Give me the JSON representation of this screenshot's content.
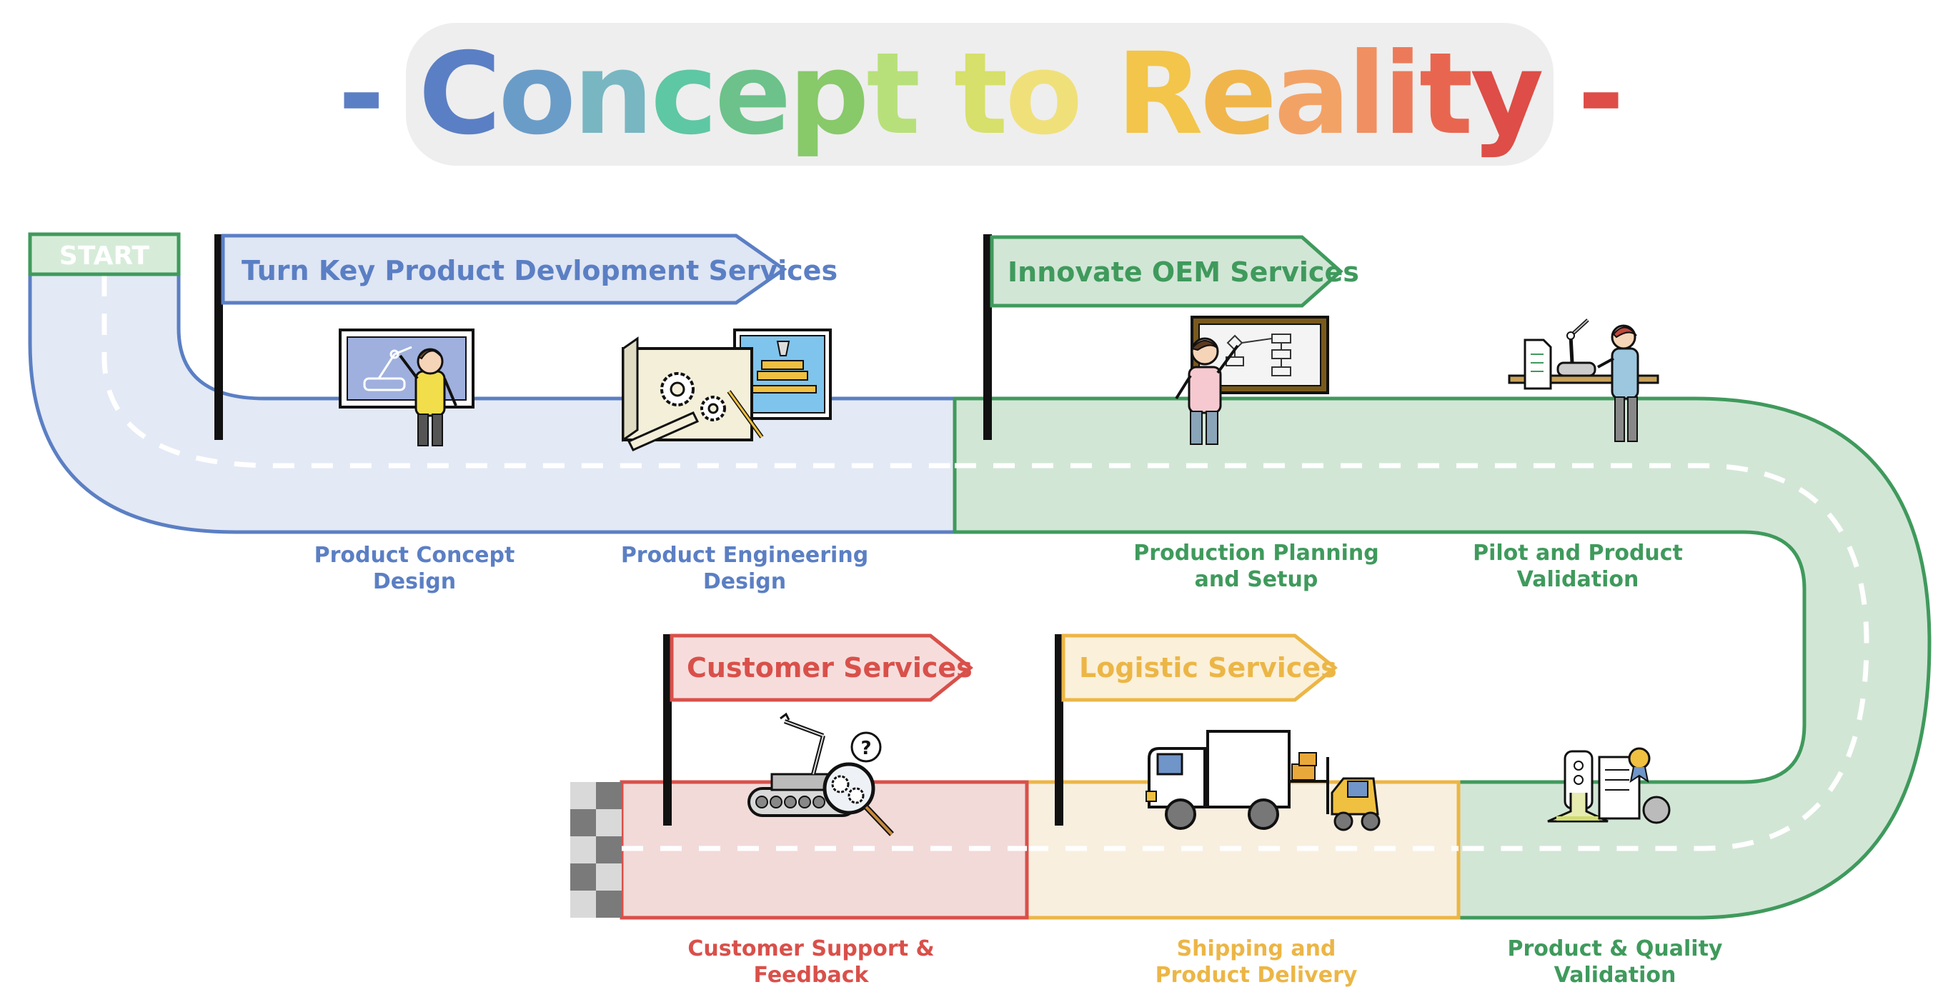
{
  "title": {
    "prefix": "- ",
    "suffix": " -",
    "letters": [
      "C",
      "o",
      "n",
      "c",
      "e",
      "p",
      "t",
      " ",
      "t",
      "o",
      " ",
      "R",
      "e",
      "a",
      "l",
      "i",
      "t",
      "y"
    ],
    "letter_colors": [
      "#5b7fc4",
      "#6a9cc8",
      "#78b6c2",
      "#5ec7a4",
      "#6cc28a",
      "#88c96a",
      "#b8e07a",
      "#ffffff",
      "#d6e06a",
      "#f0e07a",
      "#ffffff",
      "#f3c54a",
      "#f0b64c",
      "#f3a266",
      "#f09062",
      "#ec7a5a",
      "#e8664f",
      "#de4d47"
    ],
    "dash_left_color": "#5b7fc4",
    "dash_right_color": "#de4d47"
  },
  "start_label": "START",
  "flags": {
    "turnkey": "Turn Key Product Devlopment Services",
    "oem": "Innovate OEM Services",
    "customer": "Customer Services",
    "logistic": "Logistic Services"
  },
  "stages": {
    "concept": [
      "Product Concept",
      "Design"
    ],
    "engineering": [
      "Product Engineering",
      "Design"
    ],
    "planning": [
      "Production Planning",
      "and Setup"
    ],
    "pilot": [
      "Pilot and Product",
      "Validation"
    ],
    "quality": [
      "Product & Quality",
      "Validation"
    ],
    "shipping": [
      "Shipping and",
      "Product Delivery"
    ],
    "support": [
      "Customer Support &",
      "Feedback"
    ]
  },
  "colors": {
    "blue": "#5b7fc4",
    "blue_fill": "#e3e9f5",
    "blue_flag": "#dfe6f4",
    "green": "#3f9a5c",
    "green_fill": "#d2e6d6",
    "green_flag": "#d2e6d6",
    "red": "#d9504a",
    "red_fill": "#f2dad9",
    "red_flag": "#f6dddc",
    "yellow": "#ecb646",
    "yellow_fill": "#f8efdf",
    "yellow_flag": "#fbf0d9",
    "start_box": "#d6ecd9",
    "start_text": "#ffffff"
  }
}
